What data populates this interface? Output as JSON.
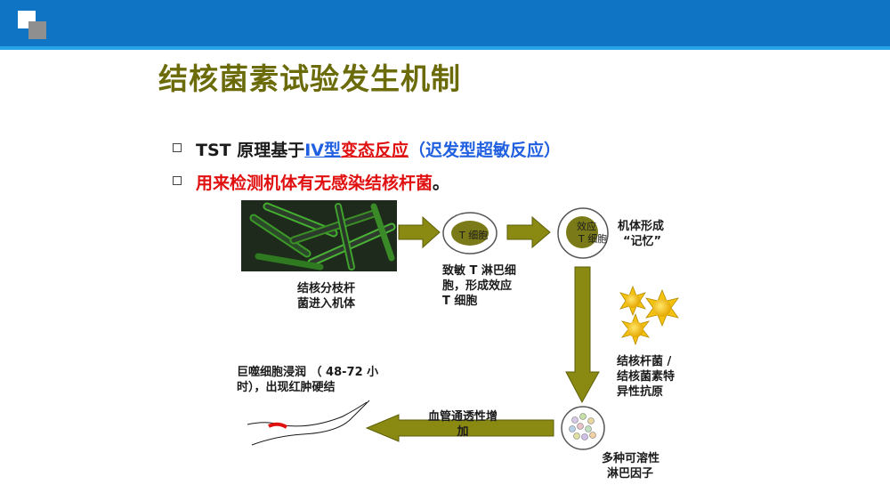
{
  "title": "结核菌素试验发生机制",
  "bullets": {
    "b1_prefix": "TST 原理基于",
    "b1_type": "IV型",
    "b1_reaction": "变态反应",
    "b1_paren": "（迟发型超敏反应）",
    "b2_main": "用来检测机体有无感染结核杆菌",
    "b2_end": "。"
  },
  "diagram": {
    "bacteria_label_1": "结核分枝杆",
    "bacteria_label_2": "菌进入机体",
    "tcell_inner": "T 细胞",
    "tcell_label_1": "致敏 T 淋巴细",
    "tcell_label_2": "胞，形成效应",
    "tcell_label_3": "T 细胞",
    "effector_inner_1": "效应",
    "effector_inner_2": "T 细胞",
    "memory_label_1": "机体形成",
    "memory_label_2": "“记忆”",
    "antigen_label_1": "结核杆菌 /",
    "antigen_label_2": "结核菌素特",
    "antigen_label_3": "异性抗原",
    "lymph_label_1": "多种可溶性",
    "lymph_label_2": "淋巴因子",
    "vessel_label_1": "血管通透性增",
    "vessel_label_2": "加",
    "macro_label_1": "巨噬细胞浸润 （ 48-72 小",
    "macro_label_2": "时），出现红肿硬结"
  },
  "colors": {
    "topbar": "#0f74c4",
    "title": "#6b6b0a",
    "arrow": "#8a8a12",
    "highlight_red": "#e01010",
    "highlight_blue": "#1f5fe0",
    "sun": "#f2c20f"
  },
  "icons": [
    "logo-squares",
    "bacteria-photo",
    "sun-antigen-icon",
    "skin-induration-icon"
  ]
}
